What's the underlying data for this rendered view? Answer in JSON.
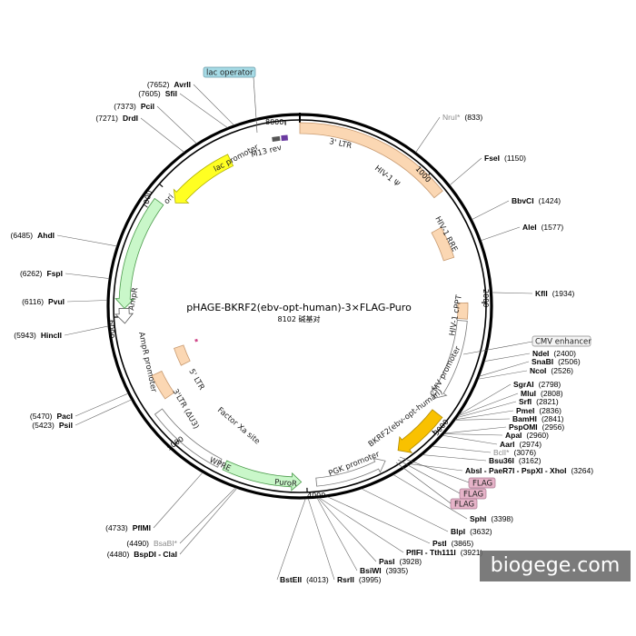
{
  "plasmid": {
    "name": "pHAGE-BKRF2(ebv-opt-human)-3×FLAG-Puro",
    "size_text": "8102 碱基对",
    "length": 8102
  },
  "tick_labels": [
    "1000",
    "2000",
    "3000",
    "4000",
    "5000",
    "6000",
    "7000",
    "8000"
  ],
  "sites": [
    {
      "name": "NruI*",
      "pos_text": "(833)",
      "gray": true
    },
    {
      "name": "FseI",
      "pos_text": "(1150)"
    },
    {
      "name": "BbvCI",
      "pos_text": "(1424)"
    },
    {
      "name": "AleI",
      "pos_text": "(1577)"
    },
    {
      "name": "KflI",
      "pos_text": "(1934)"
    },
    {
      "name": "NdeI",
      "pos_text": "(2400)"
    },
    {
      "name": "SnaBI",
      "pos_text": "(2506)"
    },
    {
      "name": "NcoI",
      "pos_text": "(2526)"
    },
    {
      "name": "SgrAI",
      "pos_text": "(2798)"
    },
    {
      "name": "MluI",
      "pos_text": "(2808)"
    },
    {
      "name": "SrfI",
      "pos_text": "(2821)"
    },
    {
      "name": "PmeI",
      "pos_text": "(2836)"
    },
    {
      "name": "BamHI",
      "pos_text": "(2841)"
    },
    {
      "name": "PspOMI",
      "pos_text": "(2956)"
    },
    {
      "name": "ApaI",
      "pos_text": "(2960)"
    },
    {
      "name": "AarI",
      "pos_text": "(2974)"
    },
    {
      "name": "BclI*",
      "pos_text": "(3076)",
      "gray": true
    },
    {
      "name": "Bsu36I",
      "pos_text": "(3162)"
    },
    {
      "name": "AbsI - PaeR7I - PspXI - XhoI",
      "pos_text": "(3264)"
    },
    {
      "name": "SphI",
      "pos_text": "(3398)"
    },
    {
      "name": "BlpI",
      "pos_text": "(3632)"
    },
    {
      "name": "PstI",
      "pos_text": "(3865)"
    },
    {
      "name": "PflFI - Tth111I",
      "pos_text": "(3921)"
    },
    {
      "name": "PasI",
      "pos_text": "(3928)"
    },
    {
      "name": "BsiWI",
      "pos_text": "(3935)"
    },
    {
      "name": "RsrII",
      "pos_text": "(3995)"
    },
    {
      "name": "BstEII",
      "pos_text": "(4013)"
    },
    {
      "name": "BsaBI*",
      "pos_text": "(4490)",
      "gray": true
    },
    {
      "name": "BspDI - ClaI",
      "pos_text": "(4480)"
    },
    {
      "name": "PflMI",
      "pos_text": "(4733)"
    },
    {
      "name": "PsiI",
      "pos_text": "(5423)"
    },
    {
      "name": "PacI",
      "pos_text": "(5470)"
    },
    {
      "name": "HincII",
      "pos_text": "(5943)"
    },
    {
      "name": "PvuI",
      "pos_text": "(6116)"
    },
    {
      "name": "FspI",
      "pos_text": "(6262)"
    },
    {
      "name": "AhdI",
      "pos_text": "(6485)"
    },
    {
      "name": "DrdI",
      "pos_text": "(7271)"
    },
    {
      "name": "PciI",
      "pos_text": "(7373)"
    },
    {
      "name": "SfiI",
      "pos_text": "(7605)"
    },
    {
      "name": "AvrII",
      "pos_text": "(7652)"
    }
  ],
  "features": [
    {
      "name": "3' LTR",
      "color": "#fbd7b3"
    },
    {
      "name": "HIV-1 Ψ"
    },
    {
      "name": "HIV-1 RRE",
      "color": "#fbd7b3"
    },
    {
      "name": "HIV-1 cPPT",
      "color": "#fbd7b3"
    },
    {
      "name": "CMV promoter",
      "color": "#ffffff"
    },
    {
      "name": "BKRF2(ebv-opt-human)",
      "color": "#f9c100"
    },
    {
      "name": "PGK promoter",
      "color": "#ffffff"
    },
    {
      "name": "PuroR",
      "color": "#c9f7c9"
    },
    {
      "name": "WPRE",
      "color": "#ffffff"
    },
    {
      "name": "3'LTR (ΔU3)",
      "color": "#fbd7b3"
    },
    {
      "name": "5' LTR",
      "color": "#fbd7b3"
    },
    {
      "name": "Factor Xa site",
      "color": "#d04a8a"
    },
    {
      "name": "AmpR promoter",
      "color": "#ffffff"
    },
    {
      "name": "AmpR",
      "color": "#c9f7c9"
    },
    {
      "name": "ori",
      "color": "#ffff22"
    },
    {
      "name": "lac promoter"
    },
    {
      "name": "M13 rev",
      "color": "#6a3aa0"
    }
  ],
  "boxes": [
    {
      "name": "lac operator",
      "color": "#a6dbe6"
    },
    {
      "name": "CMV enhancer",
      "color": "#f4f4f4"
    },
    {
      "name": "FLAG",
      "color": "#e6b3c8"
    },
    {
      "name": "FLAG",
      "color": "#e6b3c8"
    },
    {
      "name": "FLAG",
      "color": "#e6b3c8"
    }
  ],
  "watermark": "biogege.com"
}
